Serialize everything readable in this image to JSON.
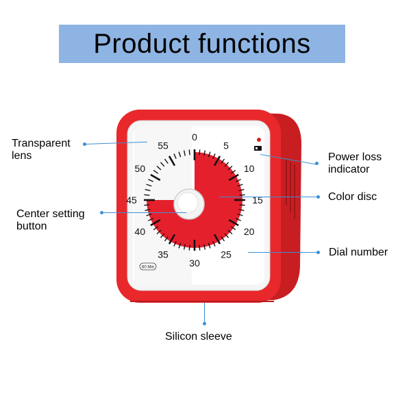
{
  "header": {
    "title": "Product functions"
  },
  "callouts": {
    "transparent_lens": {
      "line1": "Transparent",
      "line2": "lens"
    },
    "center_button": {
      "line1": "Center setting",
      "line2": "button"
    },
    "power_loss": {
      "line1": "Power loss",
      "line2": "indicator"
    },
    "color_disc": "Color disc",
    "dial_number": "Dial number",
    "silicon_sleeve": "Silicon sleeve"
  },
  "dial": {
    "numbers": [
      "0",
      "5",
      "10",
      "15",
      "20",
      "25",
      "30",
      "35",
      "40",
      "45",
      "50",
      "55"
    ],
    "badge": "60 Min",
    "set_minutes": 45
  },
  "colors": {
    "banner": "#8eb4e3",
    "sleeve": "#e8282b",
    "disc": "#e5202d",
    "leader": "#3b8fd6"
  }
}
